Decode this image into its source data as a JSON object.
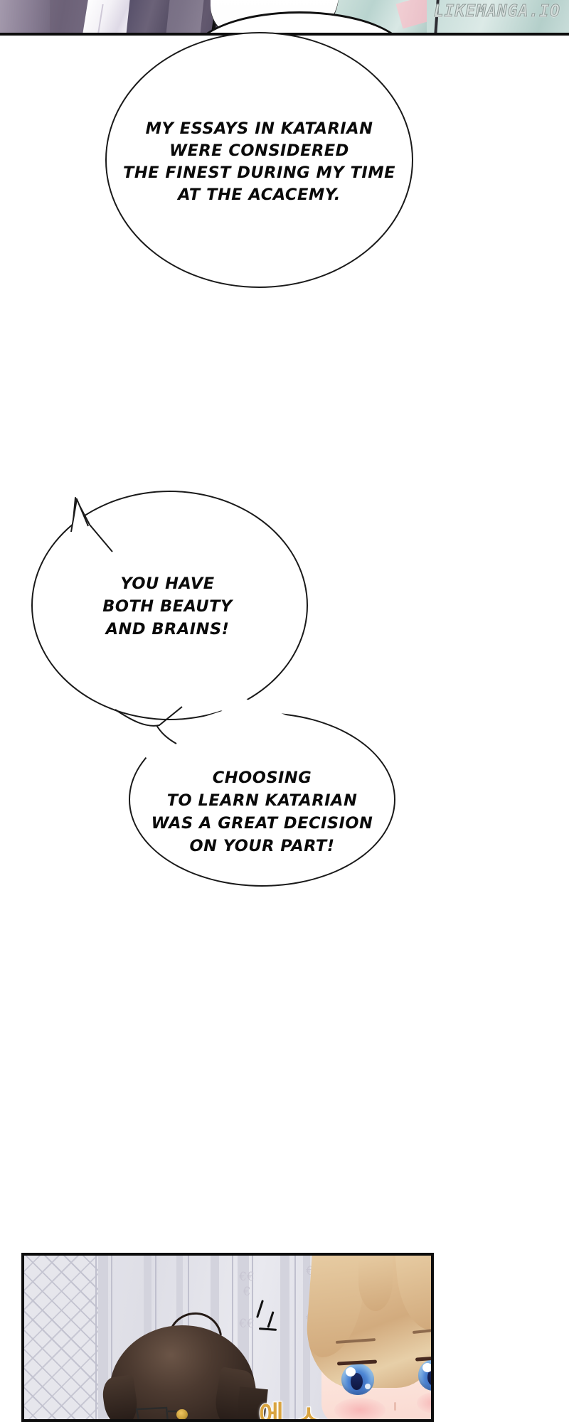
{
  "watermark": {
    "text": "LIKEMANGA.IO"
  },
  "top_panel": {
    "name": "top-cropped-panel",
    "description": "Cropped bottom edge of previous panel showing dark purple draped clothing, a white sleeve and pale mint green fabric",
    "colors": {
      "fabric_purple": "#6c6177",
      "sleeve_white": "#ffffff",
      "mint": "#c4dbd7",
      "pink": "#f2cfd4",
      "border": "#0d0d0d"
    }
  },
  "bubbles": [
    {
      "id": "bubble-1",
      "name": "speech-bubble-essays",
      "text": "MY ESSAYS IN KATARIAN\nWERE CONSIDERED\nTHE FINEST DURING MY TIME\nAT THE ACACEMY.",
      "lines": [
        "MY ESSAYS IN KATARIAN",
        "WERE CONSIDERED",
        "THE FINEST DURING MY TIME",
        "AT THE ACACEMY."
      ],
      "shape": "ellipse",
      "tail": "none"
    },
    {
      "id": "bubble-2",
      "name": "speech-bubble-beauty-brains",
      "text": "YOU HAVE\nBOTH BEAUTY\nAND BRAINS!",
      "lines": [
        "YOU HAVE",
        "BOTH BEAUTY",
        "AND BRAINS!"
      ],
      "shape": "ellipse",
      "tail": "jagged-spike-upper-left"
    },
    {
      "id": "bubble-3",
      "name": "speech-bubble-katarian-decision",
      "text": "CHOOSING\nTO LEARN KATARIAN\nWAS A GREAT DECISION\nON YOUR PART!",
      "lines": [
        "CHOOSING",
        "TO LEARN KATARIAN",
        "WAS A GREAT DECISION",
        "ON YOUR PART!"
      ],
      "shape": "ellipse",
      "tail": "connector-to-bubble-2"
    }
  ],
  "bottom_panel": {
    "name": "bottom-character-panel",
    "description": "Two characters in front of an ornate pale grey wall with diamond lattice and vertical scroll mouldings",
    "characters": [
      {
        "name": "dark-haired-character",
        "position": "left",
        "hair_color": "#3b2d25",
        "eye_color": "#d0a33e",
        "features": "black hair, ahoge cowlick, glasses, gold eye, surprised"
      },
      {
        "name": "blonde-character",
        "position": "right",
        "hair_color": "#d9b68a",
        "eye_color": "#4e86d4",
        "features": "long blonde hair, large blue eyes, blushing cheeks"
      }
    ],
    "sfx": {
      "name": "korean-sfx",
      "text": "에 ㅅ"
    },
    "emphasis_lines": 3,
    "colors": {
      "wall": "#e4e4ea",
      "lattice": "#c3c3d0",
      "moulding": "#d3d3dd",
      "border": "#0d0d0d",
      "sfx_gold": "#d9a441"
    }
  }
}
